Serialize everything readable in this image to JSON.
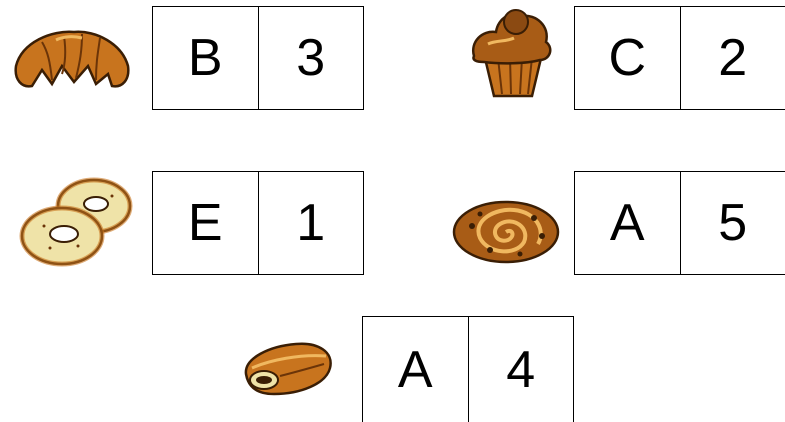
{
  "cards": [
    {
      "pastry": "croissant-icon",
      "letter": "B",
      "number": "3"
    },
    {
      "pastry": "muffin-icon",
      "letter": "C",
      "number": "2"
    },
    {
      "pastry": "bagels-icon",
      "letter": "E",
      "number": "1"
    },
    {
      "pastry": "cinnamon-roll-icon",
      "letter": "A",
      "number": "5"
    },
    {
      "pastry": "pain-au-chocolat-icon",
      "letter": "A",
      "number": "4"
    }
  ],
  "colors": {
    "pastry_dark": "#8b4a12",
    "pastry_mid": "#c8741e",
    "pastry_light": "#f0b860",
    "bagel": "#efe3a8",
    "outline": "#3a1e05"
  }
}
